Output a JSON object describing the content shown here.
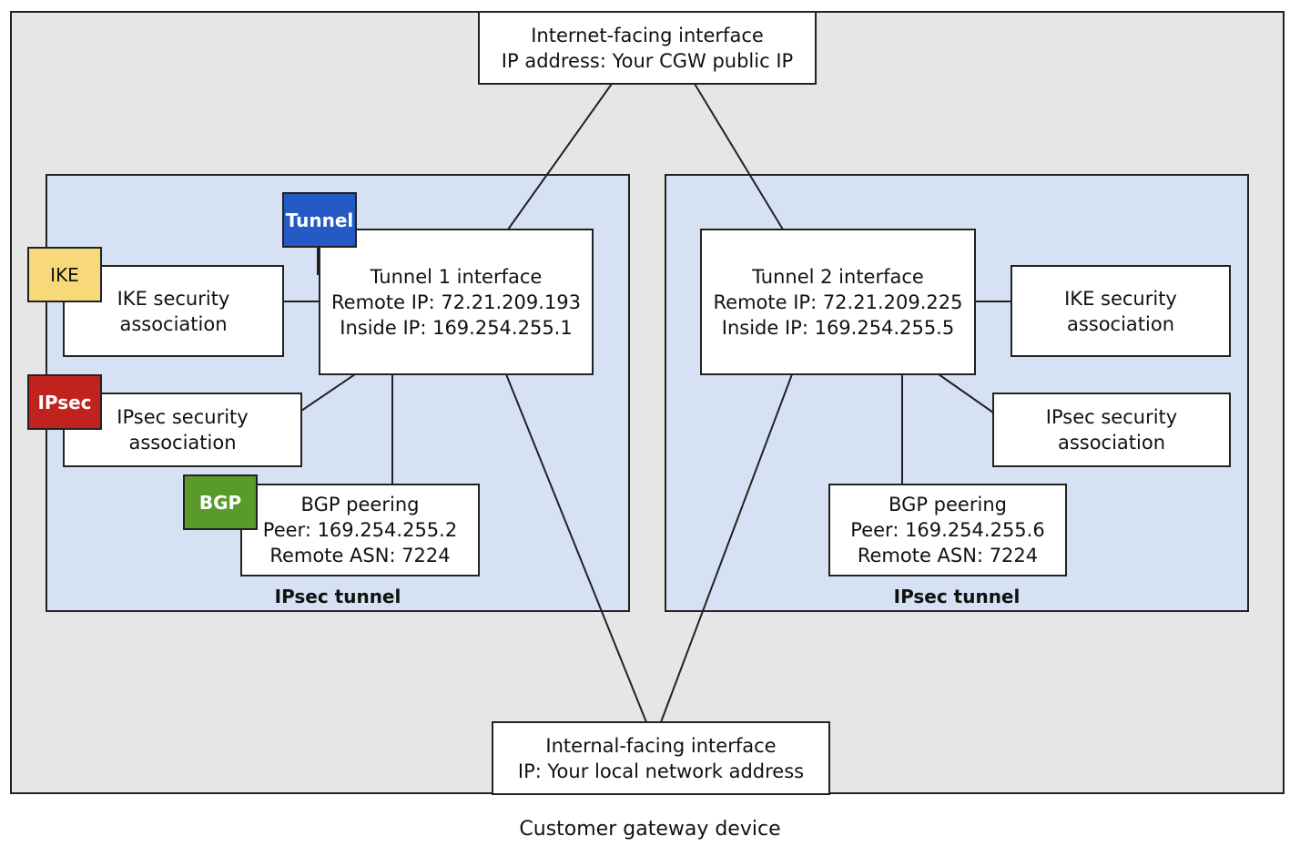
{
  "device_label": "Customer gateway device",
  "internet_interface": {
    "line1": "Internet-facing interface",
    "line2": "IP address: Your CGW public IP"
  },
  "internal_interface": {
    "line1": "Internal-facing interface",
    "line2": "IP: Your local network address"
  },
  "tunnel1": {
    "group_label": "IPsec tunnel",
    "interface": {
      "title": "Tunnel 1 interface",
      "remote_ip": "Remote IP: 72.21.209.193",
      "inside_ip": "Inside IP: 169.254.255.1"
    },
    "ike_sa": {
      "line1": "IKE security",
      "line2": "association"
    },
    "ipsec_sa": {
      "line1": "IPsec security",
      "line2": "association"
    },
    "bgp": {
      "line1": "BGP peering",
      "line2": "Peer: 169.254.255.2",
      "line3": "Remote ASN: 7224"
    }
  },
  "tunnel2": {
    "group_label": "IPsec tunnel",
    "interface": {
      "title": "Tunnel 2 interface",
      "remote_ip": "Remote IP: 72.21.209.225",
      "inside_ip": "Inside IP: 169.254.255.5"
    },
    "ike_sa": {
      "line1": "IKE security",
      "line2": "association"
    },
    "ipsec_sa": {
      "line1": "IPsec security",
      "line2": "association"
    },
    "bgp": {
      "line1": "BGP peering",
      "line2": "Peer: 169.254.255.6",
      "line3": "Remote ASN: 7224"
    }
  },
  "tags": {
    "tunnel": {
      "label": "Tunnel",
      "color": "#2559c4"
    },
    "ike": {
      "label": "IKE",
      "color": "#f8d97a"
    },
    "ipsec": {
      "label": "IPsec",
      "color": "#c0221e"
    },
    "bgp": {
      "label": "BGP",
      "color": "#5a9a2b"
    }
  }
}
